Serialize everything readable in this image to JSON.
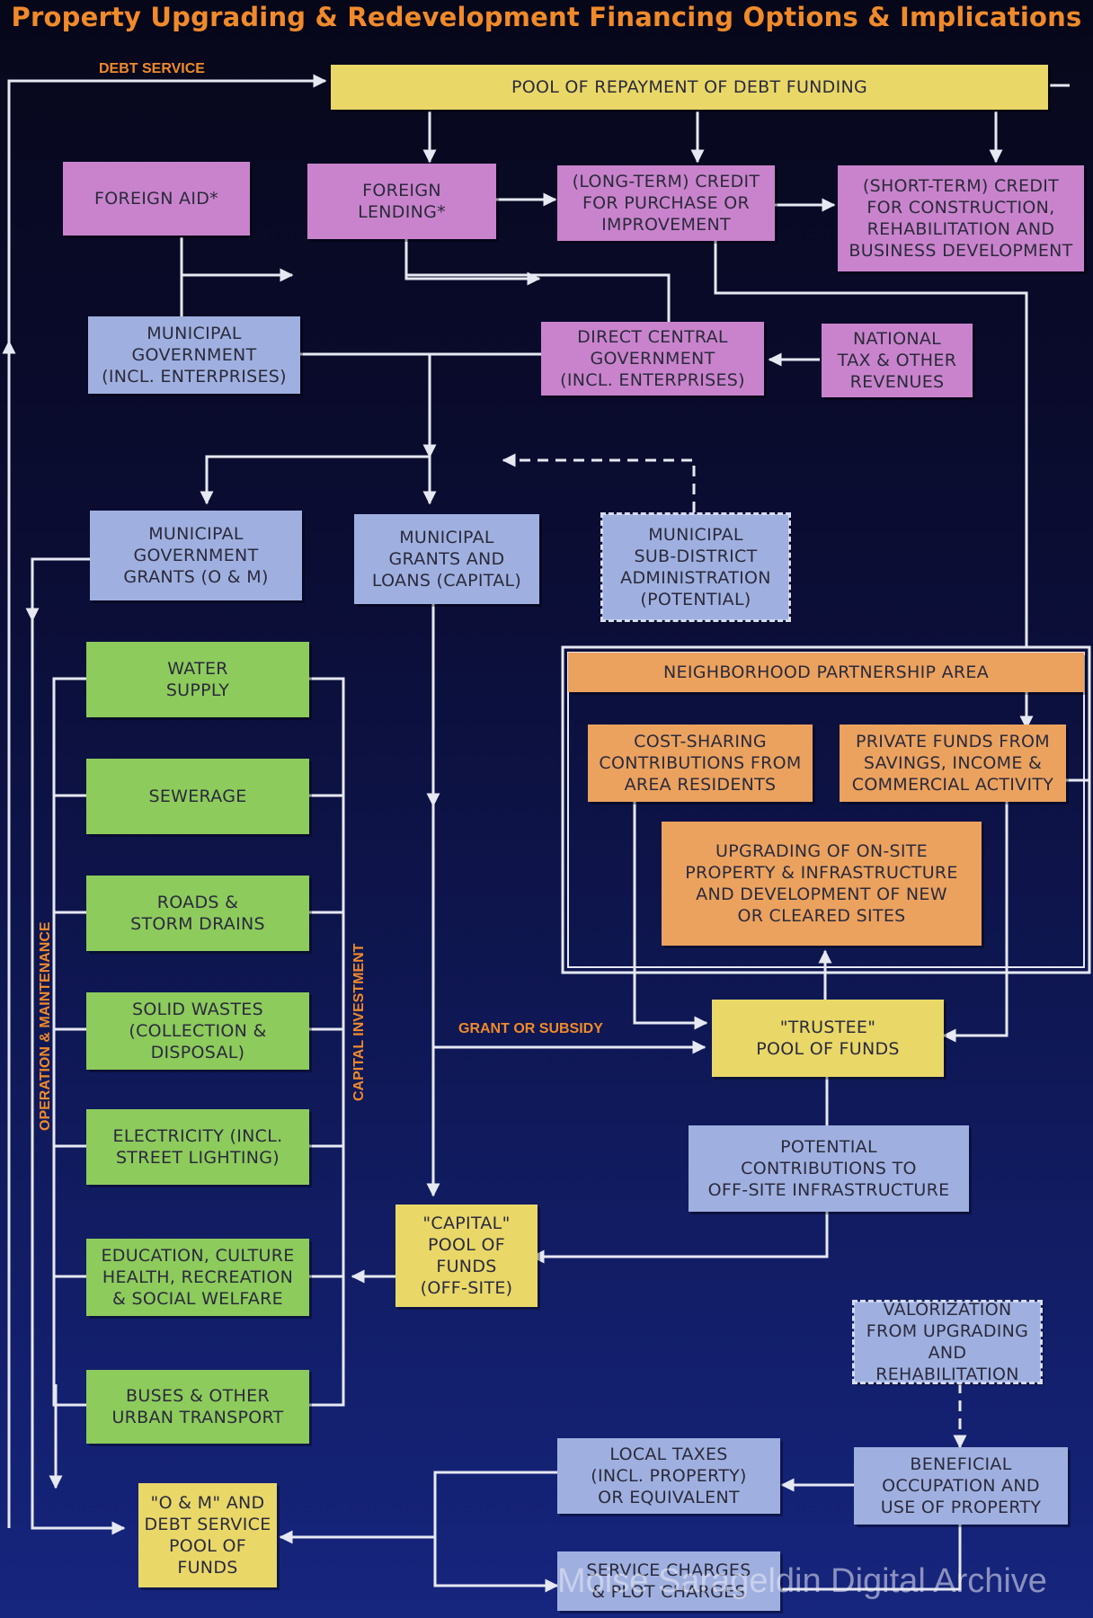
{
  "title": "Property Upgrading & Redevelopment Financing Options & Implications",
  "labels": {
    "debt_service": "DEBT SERVICE",
    "grant_or_subsidy": "GRANT OR SUBSIDY",
    "operation_maintenance": "OPERATION & MAINTENANCE",
    "capital_investment": "CAPITAL INVESTMENT"
  },
  "boxes": {
    "pool_repayment": "POOL OF REPAYMENT OF DEBT FUNDING",
    "foreign_aid": "FOREIGN AID*",
    "foreign_lending": "FOREIGN\nLENDING*",
    "long_term_credit": "(LONG-TERM) CREDIT\nFOR PURCHASE OR\nIMPROVEMENT",
    "short_term_credit": "(SHORT-TERM) CREDIT\nFOR CONSTRUCTION,\nREHABILITATION AND\nBUSINESS DEVELOPMENT",
    "municipal_government": "MUNICIPAL\nGOVERNMENT\n(INCL. ENTERPRISES)",
    "direct_central_government": "DIRECT CENTRAL\nGOVERNMENT\n(INCL. ENTERPRISES)",
    "national_tax": "NATIONAL\nTAX & OTHER\nREVENUES",
    "municipal_grants_om": "MUNICIPAL\nGOVERNMENT\nGRANTS (O & M)",
    "municipal_grants_loans": "MUNICIPAL\nGRANTS AND\nLOANS (CAPITAL)",
    "municipal_subdistrict": "MUNICIPAL\nSUB-DISTRICT\nADMINISTRATION\n(POTENTIAL)",
    "neighborhood_partnership": "NEIGHBORHOOD PARTNERSHIP AREA",
    "cost_sharing": "COST-SHARING\nCONTRIBUTIONS FROM\nAREA RESIDENTS",
    "private_funds": "PRIVATE FUNDS FROM\nSAVINGS, INCOME &\nCOMMERCIAL ACTIVITY",
    "upgrading_onsite": "UPGRADING OF ON-SITE\nPROPERTY & INFRASTRUCTURE\nAND DEVELOPMENT OF NEW\nOR CLEARED SITES",
    "trustee_pool": "\"TRUSTEE\"\nPOOL OF FUNDS",
    "potential_contributions": "POTENTIAL\nCONTRIBUTIONS TO\nOFF-SITE INFRASTRUCTURE",
    "capital_pool": "\"CAPITAL\"\nPOOL OF\nFUNDS\n(OFF-SITE)",
    "valorization": "VALORIZATION\nFROM UPGRADING\nAND REHABILITATION",
    "beneficial_occupation": "BENEFICIAL\nOCCUPATION AND\nUSE OF PROPERTY",
    "local_taxes": "LOCAL TAXES\n(INCL. PROPERTY)\nOR EQUIVALENT",
    "service_charges": "SERVICE CHARGES\n& PLOT CHARGES",
    "om_pool": "\"O & M\" AND\nDEBT SERVICE\nPOOL OF\nFUNDS"
  },
  "services": [
    "WATER\nSUPPLY",
    "SEWERAGE",
    "ROADS &\nSTORM DRAINS",
    "SOLID WASTES\n(COLLECTION &\nDISPOSAL)",
    "ELECTRICITY (INCL.\nSTREET LIGHTING)",
    "EDUCATION, CULTURE\nHEALTH, RECREATION\n& SOCIAL WELFARE",
    "BUSES & OTHER\nURBAN TRANSPORT"
  ],
  "watermark": "Moise Sarageldin Digital Archive",
  "colors": {
    "yellow": "#e9d768",
    "pink": "#c983cc",
    "blue": "#9fb0e0",
    "green": "#8dcb5c",
    "orange": "#eba25e",
    "label": "#f08a2a",
    "line": "#e6e8f2"
  }
}
